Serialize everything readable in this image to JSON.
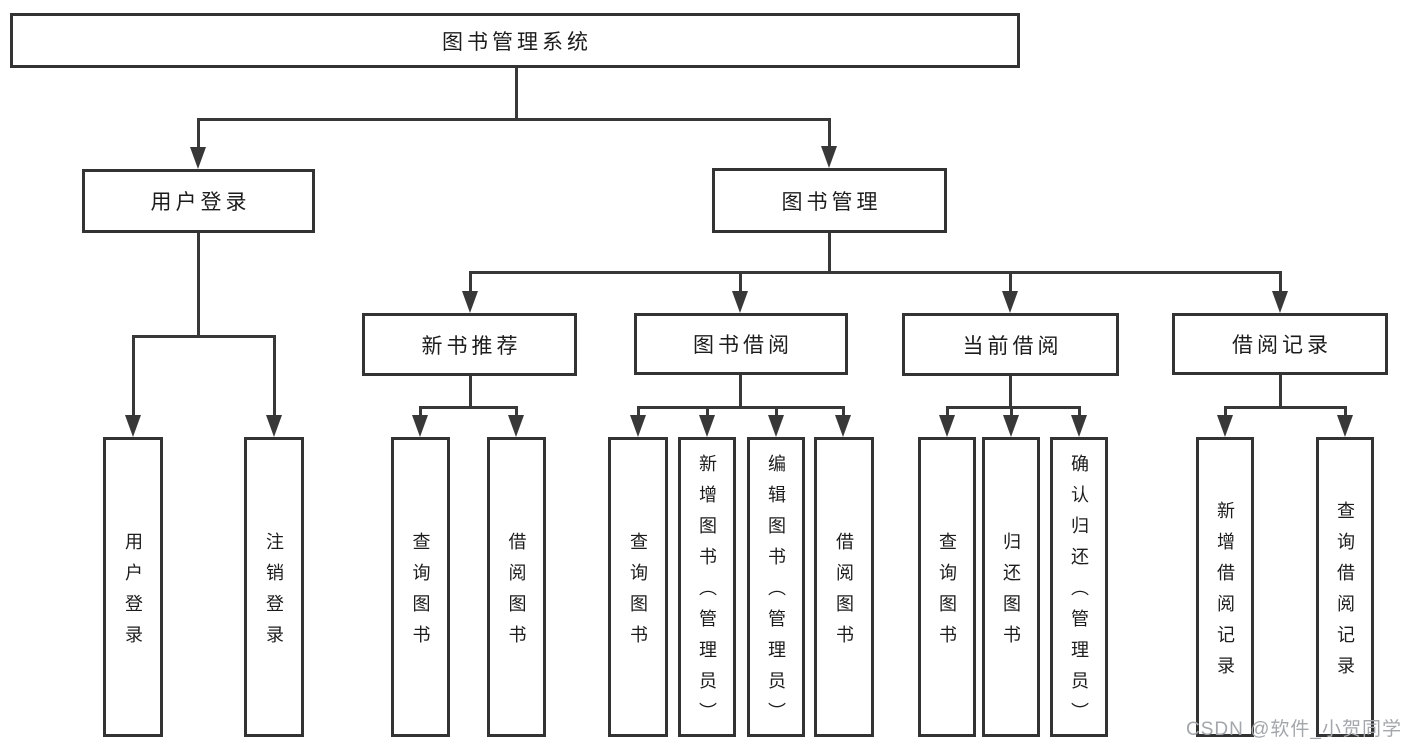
{
  "diagram": {
    "title": "图书管理系统",
    "root": {
      "label": "图书管理系统"
    },
    "level2": [
      {
        "label": "用户登录"
      },
      {
        "label": "图书管理"
      }
    ],
    "level3": [
      {
        "label": "新书推荐"
      },
      {
        "label": "图书借阅"
      },
      {
        "label": "当前借阅"
      },
      {
        "label": "借阅记录"
      }
    ],
    "leaves": [
      {
        "label": "用户登录"
      },
      {
        "label": "注销登录"
      },
      {
        "label": "查询图书"
      },
      {
        "label": "借阅图书"
      },
      {
        "label": "查询图书"
      },
      {
        "label": "新增图书（管理员）"
      },
      {
        "label": "编辑图书（管理员）"
      },
      {
        "label": "借阅图书"
      },
      {
        "label": "查询图书"
      },
      {
        "label": "归还图书"
      },
      {
        "label": "确认归还（管理员）"
      },
      {
        "label": "新增借阅记录"
      },
      {
        "label": "查询借阅记录"
      }
    ]
  },
  "watermark": {
    "text": "CSDN @软件_小贺同学"
  },
  "colors": {
    "line": "#383838",
    "border": "#333333",
    "text": "#1c1c1c",
    "watermark": "#a3a7ac",
    "background": "#ffffff"
  }
}
